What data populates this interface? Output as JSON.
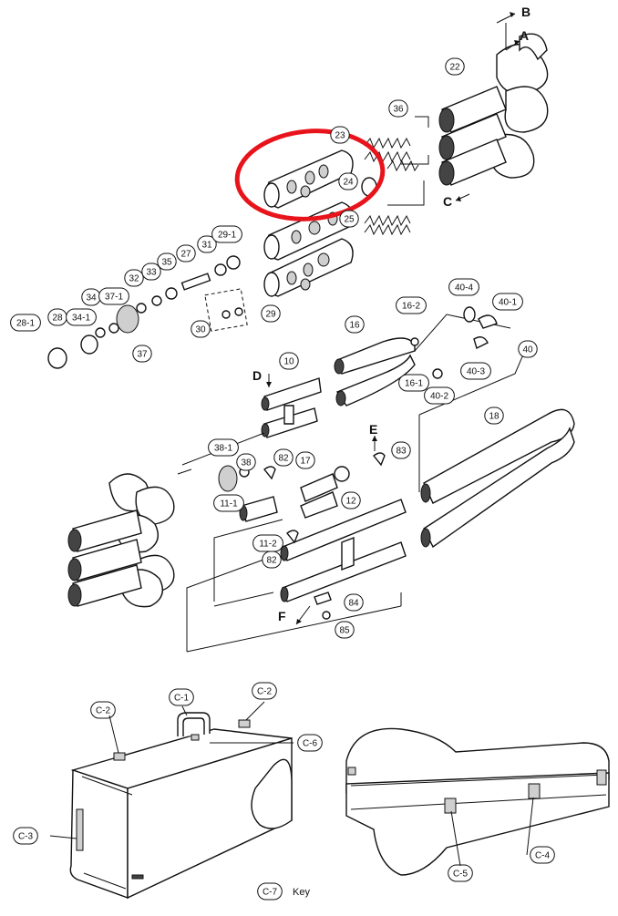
{
  "callouts": [
    "22",
    "23",
    "24",
    "25",
    "36",
    "29-1",
    "31",
    "27",
    "35",
    "33",
    "32",
    "34",
    "37-1",
    "28",
    "34-1",
    "28-1",
    "37",
    "30",
    "29",
    "16",
    "16-2",
    "40-4",
    "40-1",
    "40",
    "16-1",
    "40-3",
    "40-2",
    "10",
    "38-1",
    "38",
    "82",
    "17",
    "11-1",
    "11-2",
    "12",
    "18",
    "83",
    "84",
    "85",
    "C-1",
    "C-2",
    "C-6",
    "C-3",
    "C-4",
    "C-5",
    "C-7"
  ],
  "arrows": [
    "A",
    "B",
    "C",
    "D",
    "E",
    "F"
  ],
  "key_label": "Key",
  "highlight_color": "#e8141c"
}
